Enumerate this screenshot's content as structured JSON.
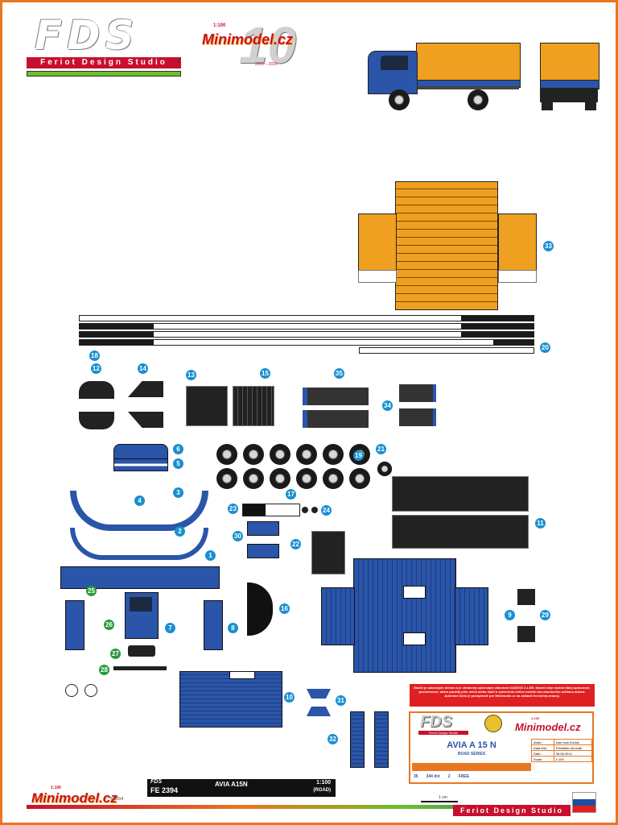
{
  "header": {
    "fds_logo": "FDS",
    "fds_reg": "®",
    "fds_tagline": "Feriot Design Studio",
    "mini_logo": "Minimodel.cz",
    "mini_scale": "1:100",
    "anniversary": "10",
    "anniversary_years": "2005 – 2015"
  },
  "parts": {
    "labels": [
      "1",
      "2",
      "3",
      "4",
      "5",
      "6",
      "7",
      "8",
      "9",
      "10",
      "11",
      "12",
      "13",
      "14",
      "15",
      "16",
      "17",
      "18",
      "19",
      "20",
      "21",
      "22",
      "23",
      "24",
      "25",
      "26",
      "27",
      "28",
      "29",
      "30",
      "31",
      "32",
      "33",
      "34",
      "35"
    ]
  },
  "notice": {
    "text": "Model je autorským dielom a je chránený autorským zákonom 618/2003 Z.z.SR. Model nieje možné ďalej upravovať, pozmeňovať, alebo použitý jeho celok alebo časti k vytvoreniu iného modelu bez písomného súhlasu autora. Autorské dielo je poskytnuté pre Minimodel.cz na základe licenčnej zmluvy."
  },
  "title_block": {
    "model_name": "AVIA A 15 N",
    "series": "ROAD SERIES",
    "rows": [
      {
        "label": "Autor:",
        "value": "Ivan Ivan Kovick"
      },
      {
        "label": "Dala test:",
        "value": "František Uhrovák"
      },
      {
        "label": "Date:",
        "value": "08.08.2014"
      },
      {
        "label": "Scale:",
        "value": "1:100"
      }
    ],
    "stat_parts": "35",
    "stat_time": "344 dní",
    "stat_pages": "2",
    "stat_price": "FREE"
  },
  "footer": {
    "mini_logo": "Minimodel.cz",
    "mini_scale": "1:100",
    "copyright": "© 2014",
    "code_fds": "FDS",
    "code": "FE 2394",
    "model": "AVIA A15N",
    "scale": "1:100",
    "category": "(ROAD)",
    "ruler": "1 cm",
    "studio": "Feriot Design Studio"
  },
  "colors": {
    "border": "#e87722",
    "blue": "#2a55a8",
    "orange_tarp": "#f0a020",
    "badge": "#1a8fd0",
    "badge_green": "#2a9a3a",
    "notice_red": "#e02020"
  }
}
